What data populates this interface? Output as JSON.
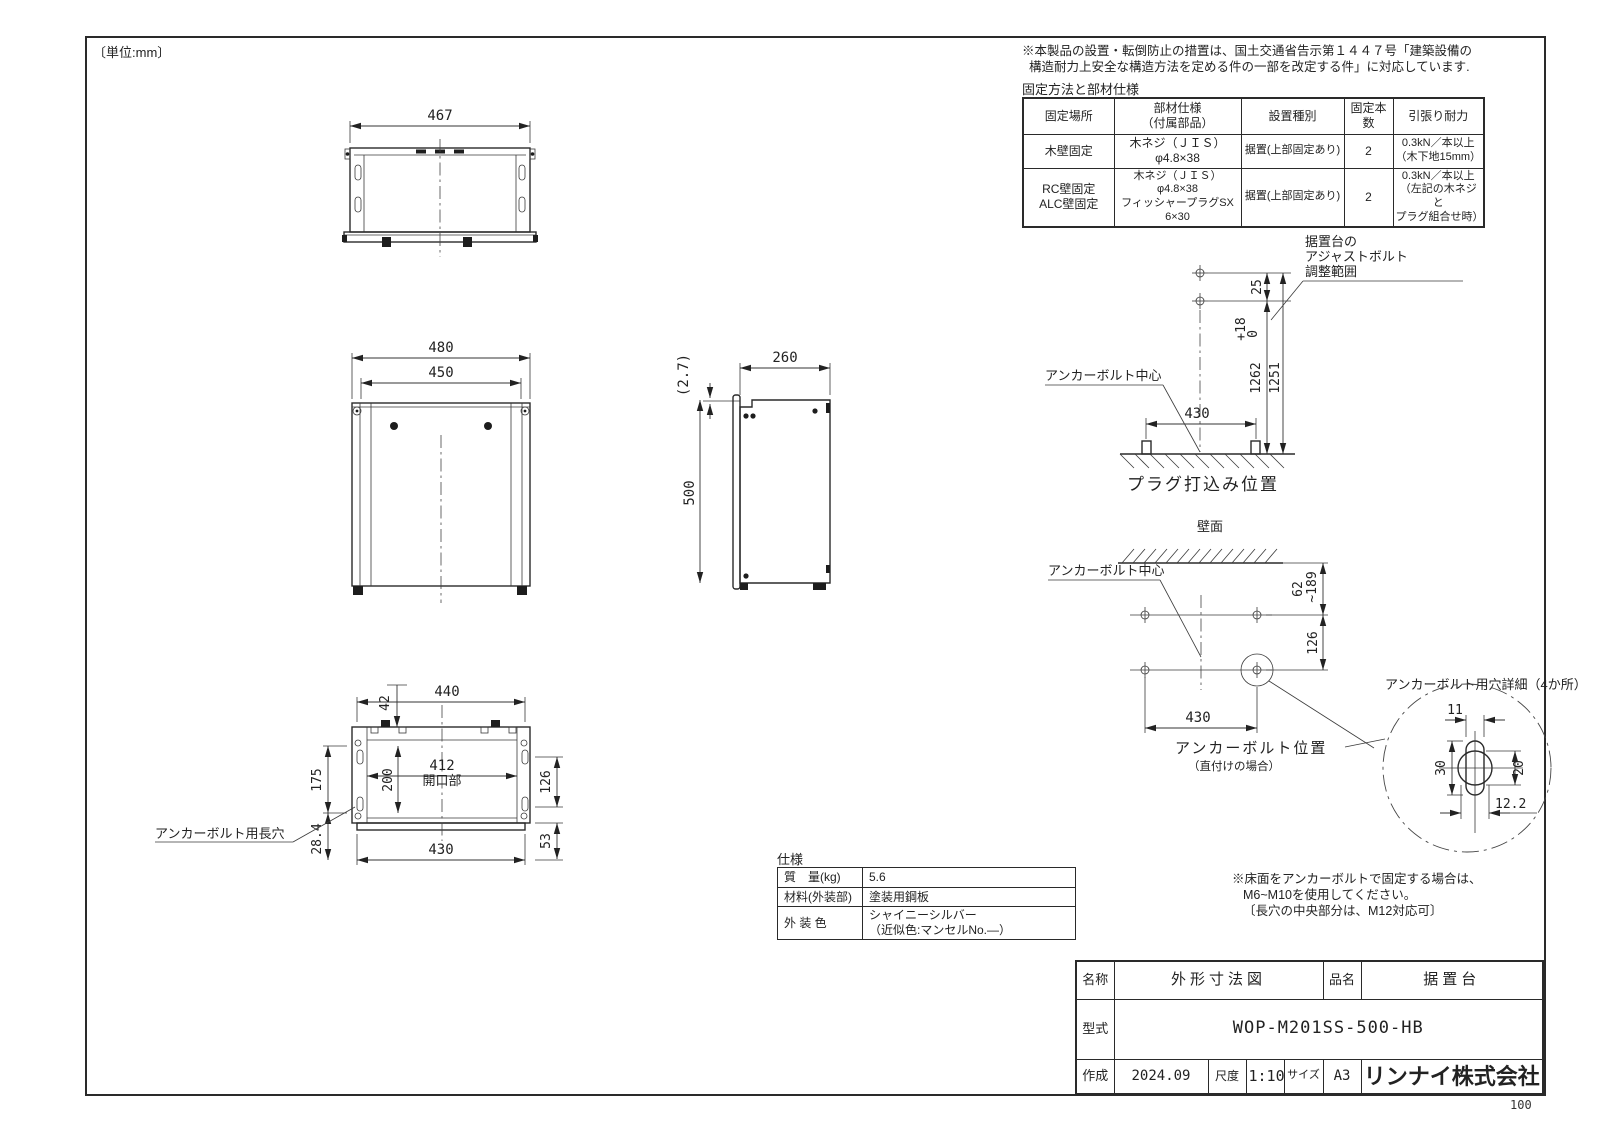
{
  "page": {
    "unit_note": "〔単位:mm〕",
    "page_number": "100",
    "top_note_line1": "※本製品の設置・転倒防止の措置は、国土交通省告示第１４４７号「建築設備の",
    "top_note_line2": "  構造耐力上安全な構造方法を定める件の一部を改定する件」に対応しています."
  },
  "fixing_table": {
    "title": "固定方法と部材仕様",
    "col1_header": "固定場所",
    "col2_header_l1": "部材仕様",
    "col2_header_l2": "（付属部品）",
    "col3_header": "設置種別",
    "col4_header": "固定本数",
    "col5_header": "引張り耐力",
    "row1": {
      "place": "木壁固定",
      "spec_l1": "木ネジ（ＪＩＳ）",
      "spec_l2": "φ4.8×38",
      "type": "据置(上部固定あり)",
      "count": "2",
      "strength_l1": "0.3kN／本以上",
      "strength_l2": "（木下地15mm）"
    },
    "row2": {
      "place_l1": "RC壁固定",
      "place_l2": "ALC壁固定",
      "spec_l1": "木ネジ（ＪＩＳ）",
      "spec_l2": "φ4.8×38",
      "spec_l3": "フィッシャープラグSX",
      "spec_l4": "6×30",
      "type": "据置(上部固定あり)",
      "count": "2",
      "strength_l1": "0.3kN／本以上",
      "strength_l2": "（左記の木ネジと",
      "strength_l3": "プラグ組合せ時）"
    }
  },
  "views": {
    "top": {
      "dim_width": "467"
    },
    "front": {
      "dim_outer": "480",
      "dim_inner": "450"
    },
    "side": {
      "dim_gap": "(2.7)",
      "dim_depth": "260",
      "dim_height": "500"
    },
    "bottom": {
      "dim_tab": "42",
      "dim_top": "440",
      "dim_opening": "412",
      "label_opening": "開口部",
      "dim_depth_opening": "200",
      "dim_left": "175",
      "dim_right": "126",
      "dim_bottom": "430",
      "dim_corner_right": "53",
      "dim_corner_left": "28.4",
      "label_slot": "アンカーボルト用長穴"
    },
    "plug": {
      "dim_pitch": "25",
      "tol_plus": "+18",
      "tol_zero": "0",
      "dim_height1": "1262",
      "dim_height2": "1251",
      "dim_span": "430",
      "label_center": "アンカーボルト中心",
      "label_adjust_l1": "据置台の",
      "label_adjust_l2": "アジャストボルト",
      "label_adjust_l3": "調整範囲",
      "caption": "プラグ打込み位置"
    },
    "anchor": {
      "label_wall": "壁面",
      "label_center": "アンカーボルト中心",
      "dim_wall_min": "62",
      "dim_wall_max": "~189",
      "dim_rows": "126",
      "dim_span": "430",
      "caption": "アンカーボルト位置",
      "caption_sub": "（直付けの場合）"
    },
    "detail": {
      "title": "アンカーボルト用穴詳細（4か所）",
      "dim_w": "11",
      "dim_h": "30",
      "dim_circle": "20",
      "dim_offset": "12.2"
    }
  },
  "spec_table": {
    "title": "仕様",
    "row1_label": "質　量(kg)",
    "row1_value": "5.6",
    "row2_label": "材料(外装部)",
    "row2_value": "塗装用鋼板",
    "row3_label": "外 装 色",
    "row3_value_l1": "シャイニーシルバー",
    "row3_value_l2": "（近似色:マンセルNo.—）"
  },
  "floor_note": {
    "l1": "※床面をアンカーボルトで固定する場合は、",
    "l2": "M6~M10を使用してください。",
    "l3": "〔長穴の中央部分は、M12対応可〕"
  },
  "title_block": {
    "name_label": "名称",
    "name_value": "外形寸法図",
    "product_label": "品名",
    "product_value": "据置台",
    "model_label": "型式",
    "model_value": "WOP-M201SS-500-HB",
    "date_label": "作成",
    "date_value": "2024.09",
    "scale_label": "尺度",
    "scale_value": "1:10",
    "size_label": "サイズ",
    "size_value": "A3",
    "company": "リンナイ株式会社"
  }
}
